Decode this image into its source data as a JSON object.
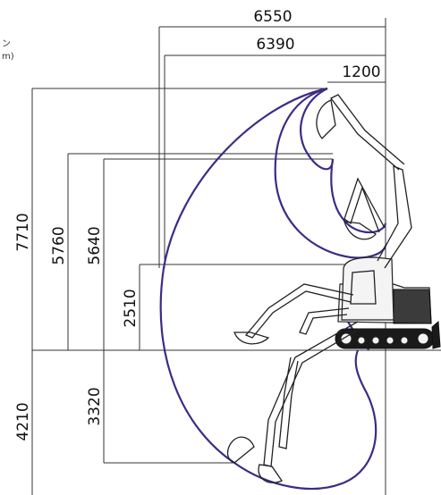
{
  "corner_note": [
    "ン",
    "m)"
  ],
  "dimensions": {
    "top_6550": "6550",
    "top_6390": "6390",
    "top_1200": "1200",
    "left_7710": "7710",
    "left_5760": "5760",
    "left_5640": "5640",
    "left_2510": "2510",
    "left_4210": "4210",
    "left_3320": "3320"
  },
  "colors": {
    "range_curve": "#3f2a86",
    "dimension_line": "#333333",
    "machine": "#1a1a1a"
  }
}
